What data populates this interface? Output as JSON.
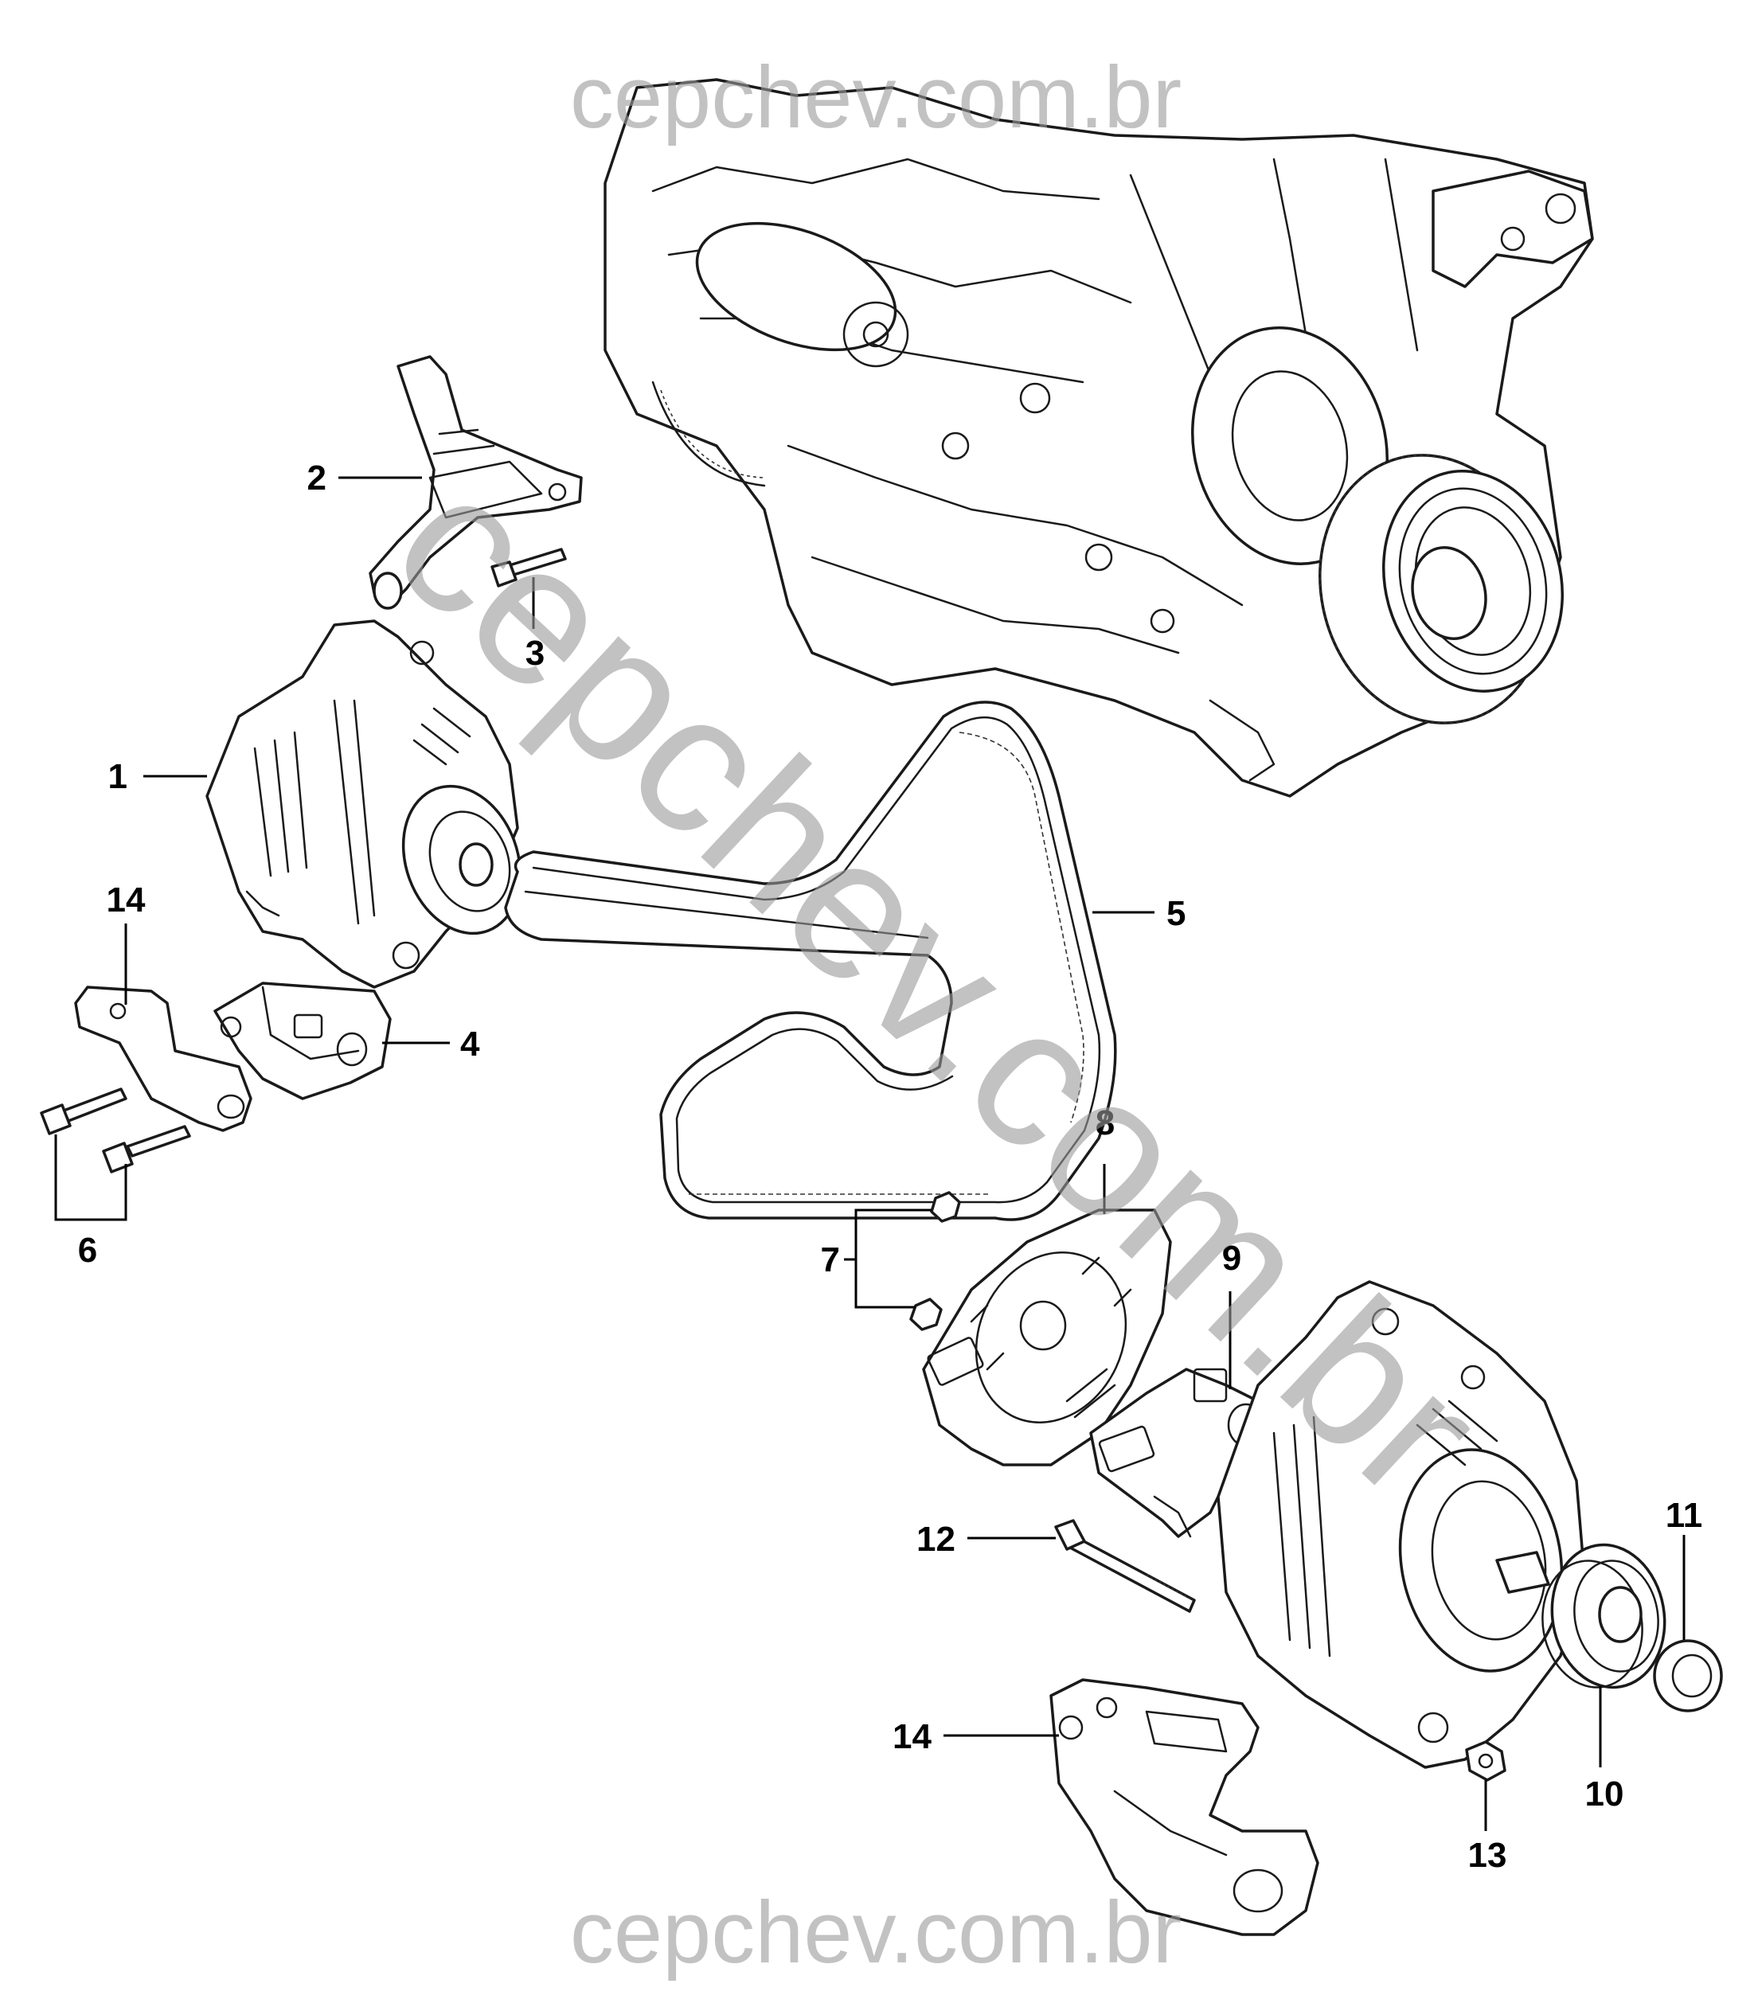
{
  "watermark": {
    "top_text": "cepchev.com.br",
    "bottom_text": "cepchev.com.br",
    "diagonal_text": "cepchev.com.br",
    "color": "#9a9a9a"
  },
  "callouts": {
    "c1": "1",
    "c2": "2",
    "c3": "3",
    "c4": "4",
    "c5": "5",
    "c6": "6",
    "c7": "7",
    "c8": "8",
    "c9": "9",
    "c10": "10",
    "c11": "11",
    "c12": "12",
    "c13": "13",
    "c14_top": "14",
    "c14_bottom": "14"
  },
  "colors": {
    "line": "#1a1a1a",
    "background": "#ffffff"
  }
}
